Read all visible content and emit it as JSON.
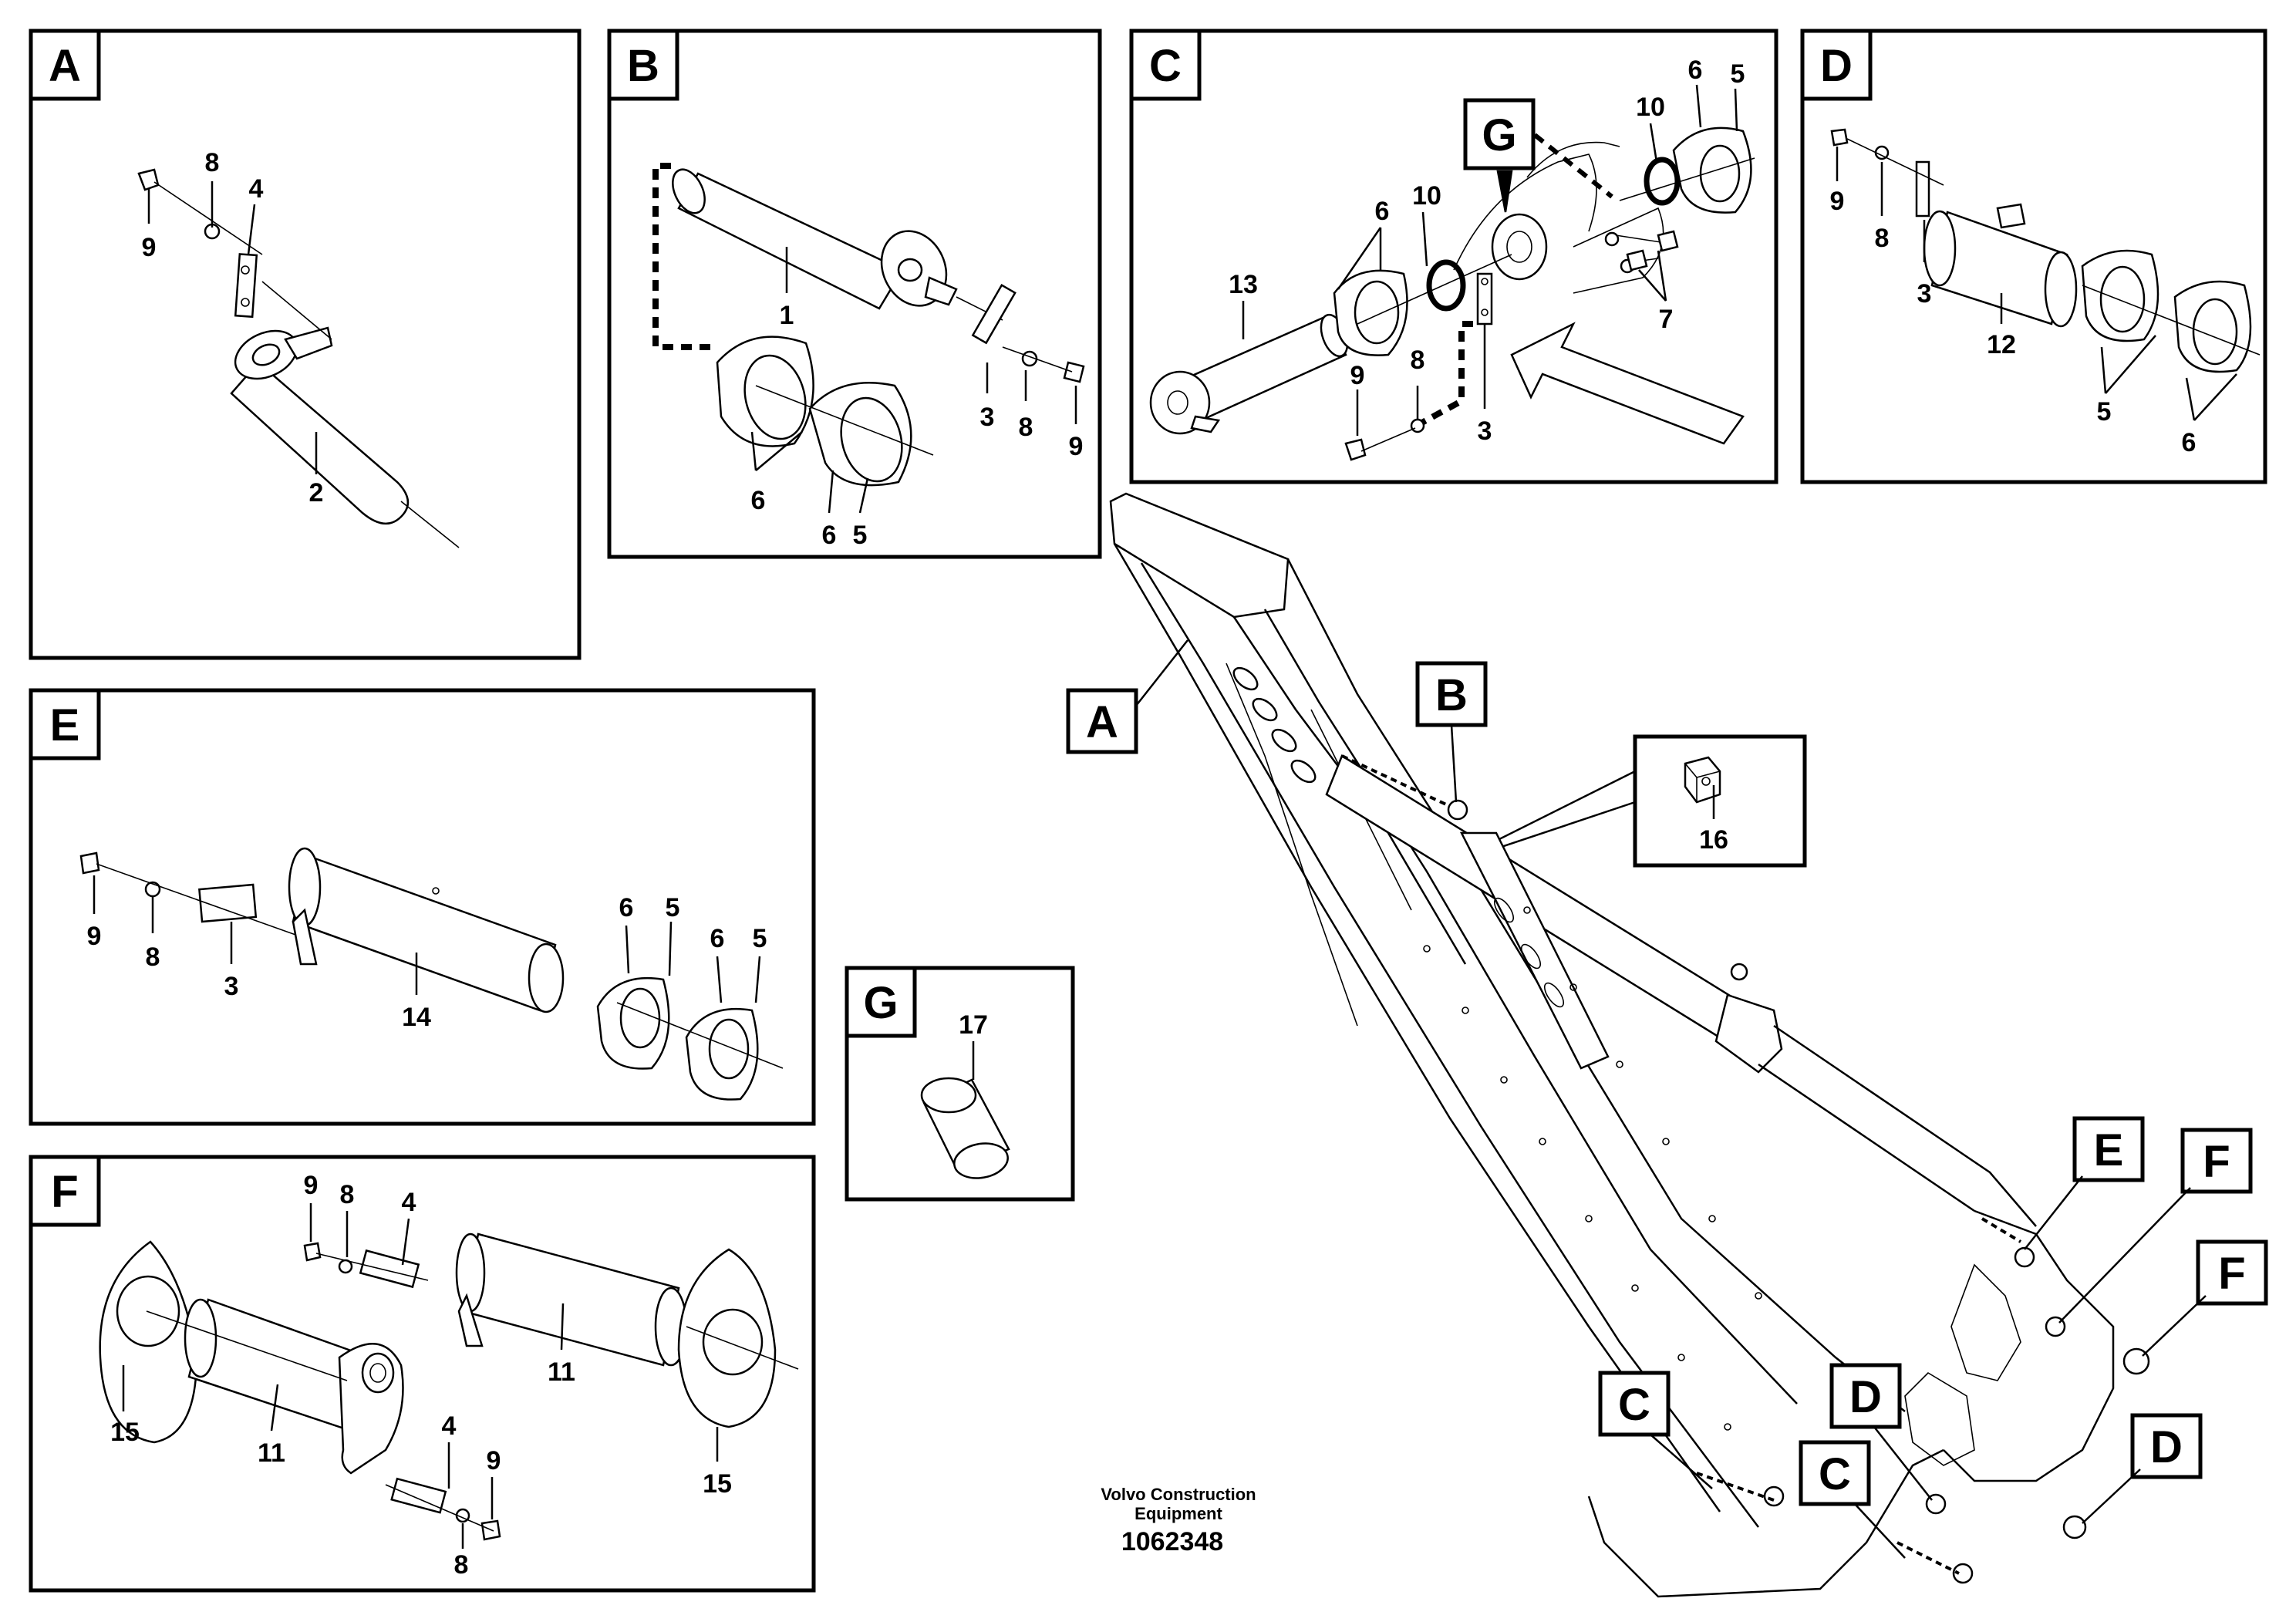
{
  "panels": [
    {
      "id": "A",
      "label": "A"
    },
    {
      "id": "B",
      "label": "B"
    },
    {
      "id": "C",
      "label": "C"
    },
    {
      "id": "D",
      "label": "D"
    },
    {
      "id": "E",
      "label": "E"
    },
    {
      "id": "F",
      "label": "F"
    },
    {
      "id": "G",
      "label": "G"
    }
  ],
  "callouts": {
    "A": [
      "9",
      "8",
      "4",
      "2"
    ],
    "B": [
      "1",
      "6",
      "6",
      "5",
      "3",
      "8",
      "9"
    ],
    "C": [
      "13",
      "6",
      "10",
      "10",
      "6",
      "5",
      "7",
      "9",
      "8",
      "3"
    ],
    "C_detail_tag": "G",
    "D": [
      "9",
      "8",
      "3",
      "12",
      "5",
      "6"
    ],
    "E": [
      "9",
      "8",
      "3",
      "14",
      "6",
      "5",
      "6",
      "5"
    ],
    "F": [
      "15",
      "11",
      "9",
      "8",
      "4",
      "11",
      "15",
      "4",
      "9",
      "8"
    ],
    "G": [
      "17"
    ],
    "detail_16": "16"
  },
  "boom_tags": [
    "A",
    "B",
    "E",
    "F",
    "F",
    "C",
    "D",
    "C",
    "D"
  ],
  "caption": {
    "line1": "Volvo Construction",
    "line2": "Equipment",
    "number": "1062348"
  }
}
